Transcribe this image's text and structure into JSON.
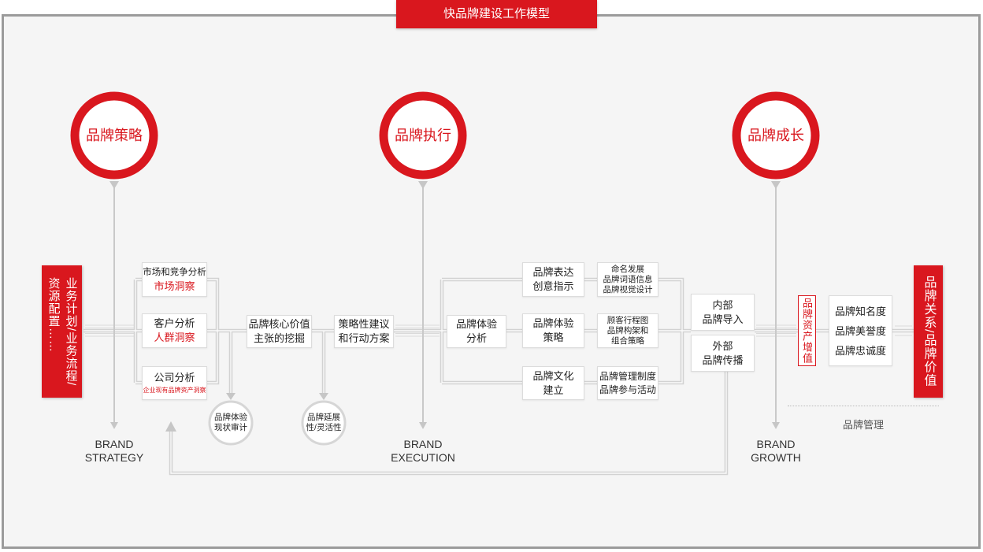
{
  "title": "快品牌建设工作模型",
  "input_box": {
    "lines": [
      "业务计划/业务流程/",
      "资源配置……"
    ]
  },
  "output_box": {
    "text": "品牌关系/品牌价值"
  },
  "stages": [
    {
      "ring": "品牌策略",
      "en": [
        "BRAND",
        "STRATEGY"
      ]
    },
    {
      "ring": "品牌执行",
      "en": [
        "BRAND",
        "EXECUTION"
      ]
    },
    {
      "ring": "品牌成长",
      "en": [
        "BRAND",
        "GROWTH"
      ]
    }
  ],
  "strategy": {
    "analyses": [
      {
        "title": "市场和竞争分析",
        "insight": "市场洞察"
      },
      {
        "title": "客户分析",
        "insight": "人群洞察"
      },
      {
        "title": "公司分析",
        "insight": "企业现有品牌资产洞察"
      }
    ],
    "core_value": [
      "品牌核心价值",
      "主张的挖掘"
    ],
    "recommendation": [
      "策略性建议",
      "和行动方案"
    ],
    "audit": [
      "品牌体验",
      "现状审计"
    ],
    "extensibility": [
      "品牌延展",
      "性/灵活性"
    ]
  },
  "execution": {
    "analysis": [
      "品牌体验",
      "分析"
    ],
    "tracks": [
      {
        "title": [
          "品牌表达",
          "创意指示"
        ],
        "details": [
          "命名发展",
          "品牌词语信息",
          "品牌视觉设计"
        ]
      },
      {
        "title": [
          "品牌体验",
          "策略"
        ],
        "details": [
          "顾客行程图",
          "品牌构架和",
          "组合策略"
        ]
      },
      {
        "title": [
          "品牌文化",
          "建立"
        ],
        "details": [
          "品牌管理制度",
          "品牌参与活动"
        ]
      }
    ],
    "internal": [
      "内部",
      "品牌导入"
    ],
    "external": [
      "外部",
      "品牌传播"
    ]
  },
  "growth": {
    "equity": "品牌资产增值",
    "metrics": [
      "品牌知名度",
      "品牌美誉度",
      "品牌忠诚度"
    ],
    "management": "品牌管理"
  },
  "colors": {
    "accent": "#d9171e",
    "line": "#d2d2d2",
    "frame": "#9b9b9b",
    "background": "#f5f5f5"
  }
}
